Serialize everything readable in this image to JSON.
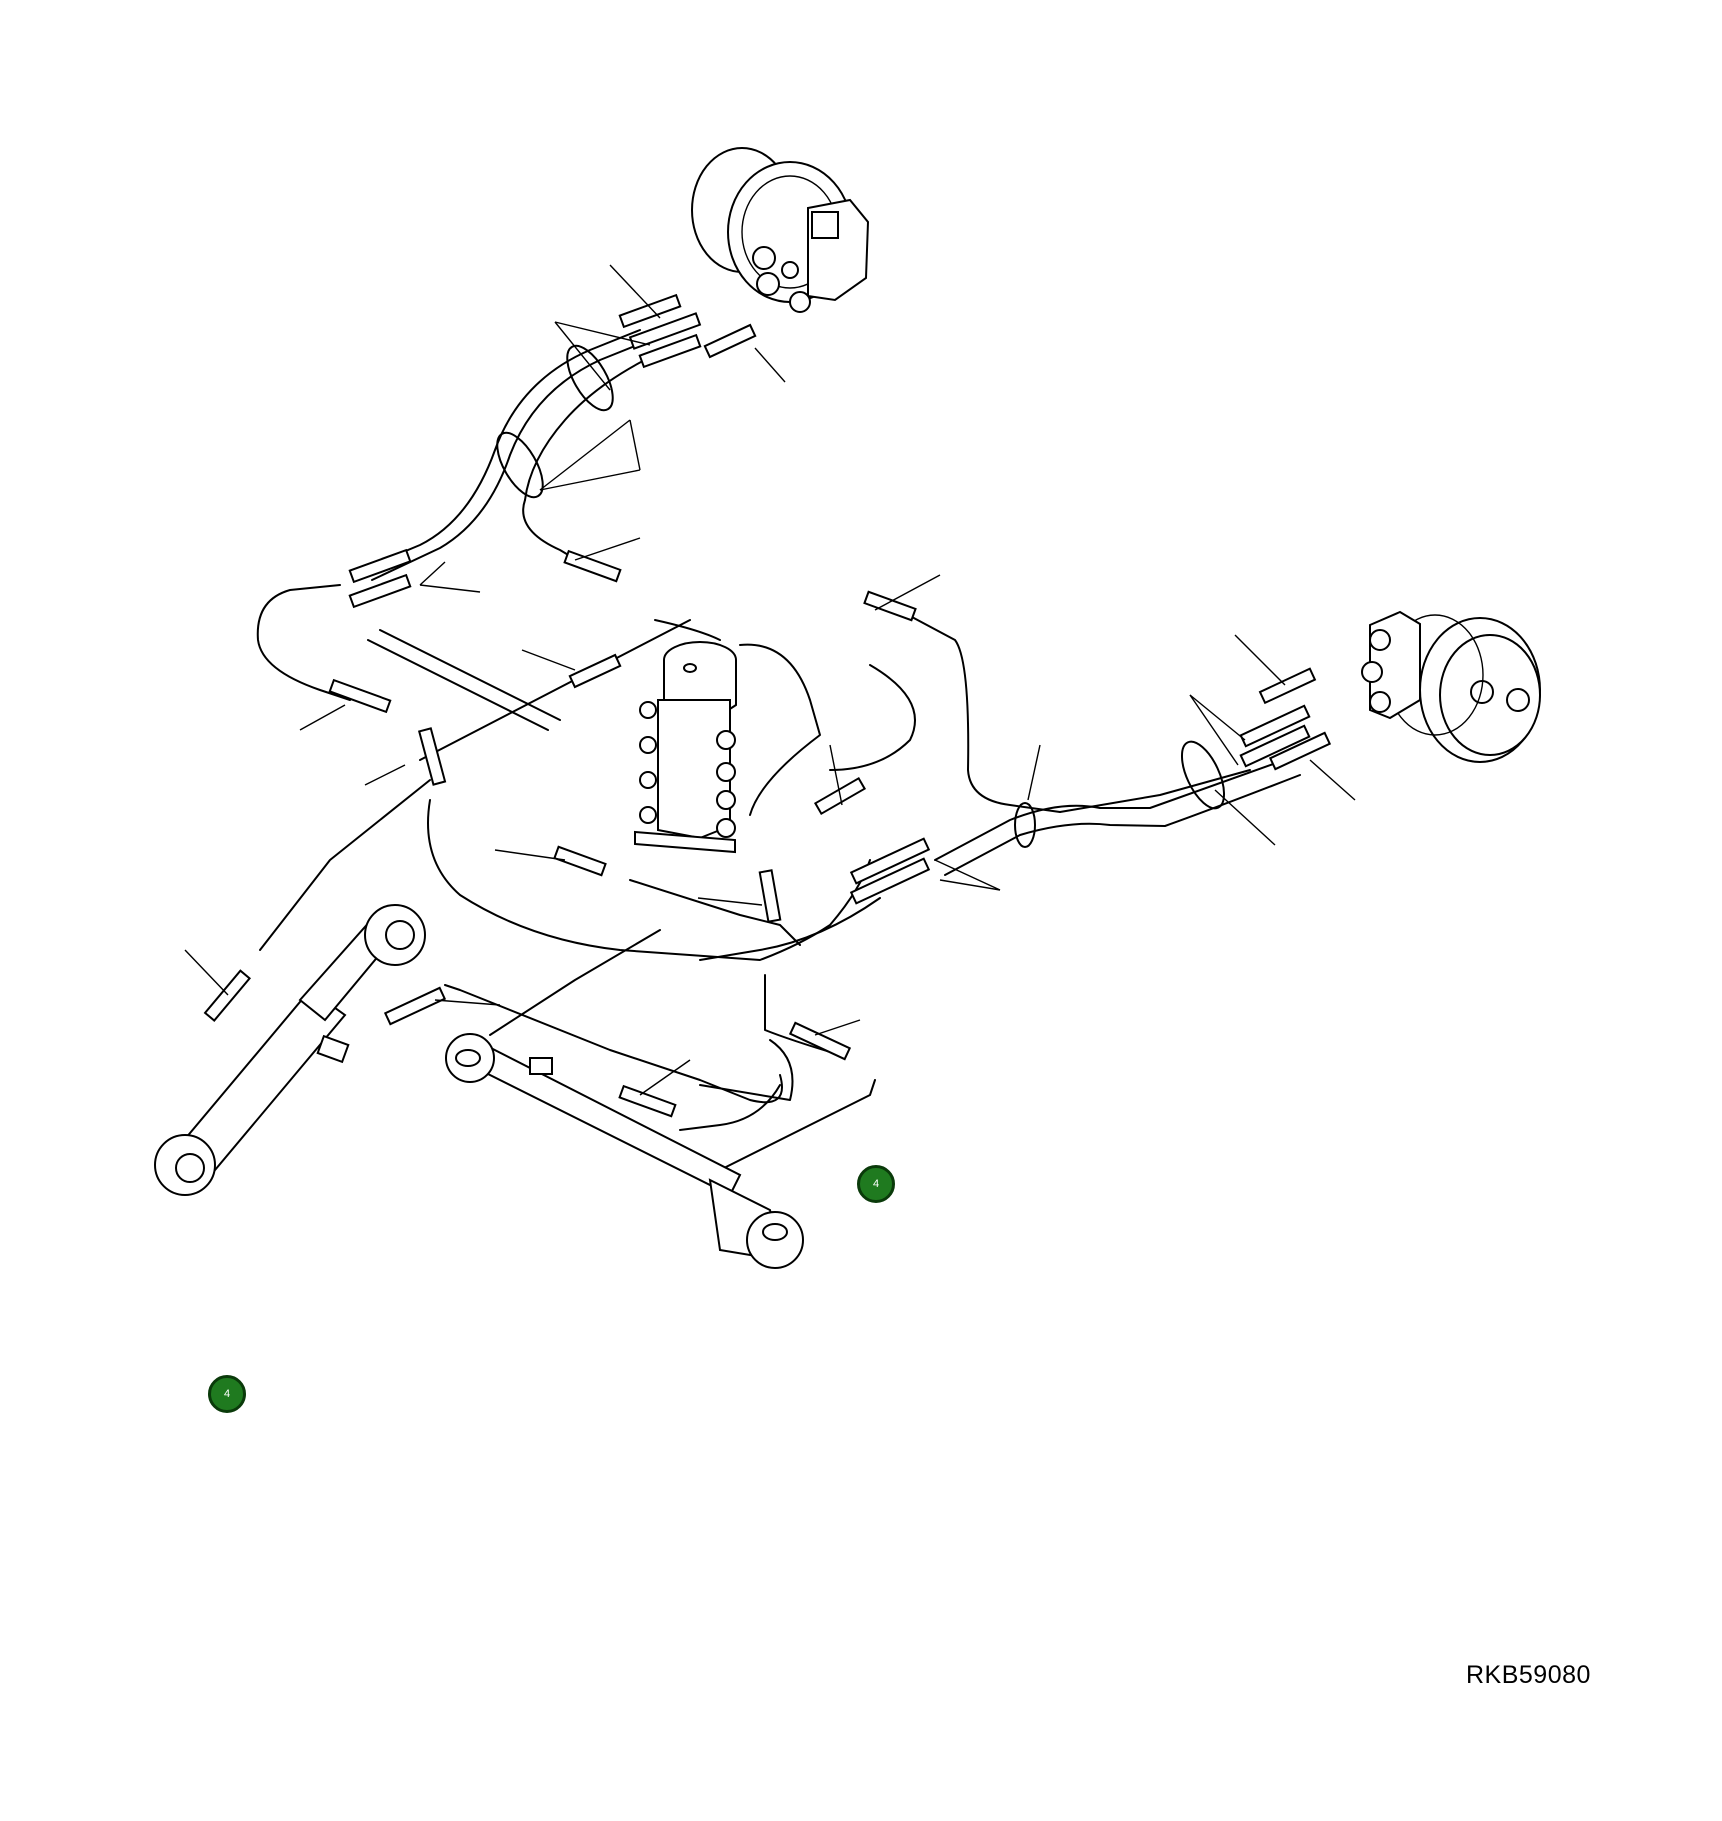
{
  "drawing": {
    "drawing_id": "RKB59080"
  },
  "callouts": [
    {
      "label": "4",
      "color": "#1f7a1f"
    },
    {
      "label": "4",
      "color": "#1f7a1f"
    }
  ]
}
